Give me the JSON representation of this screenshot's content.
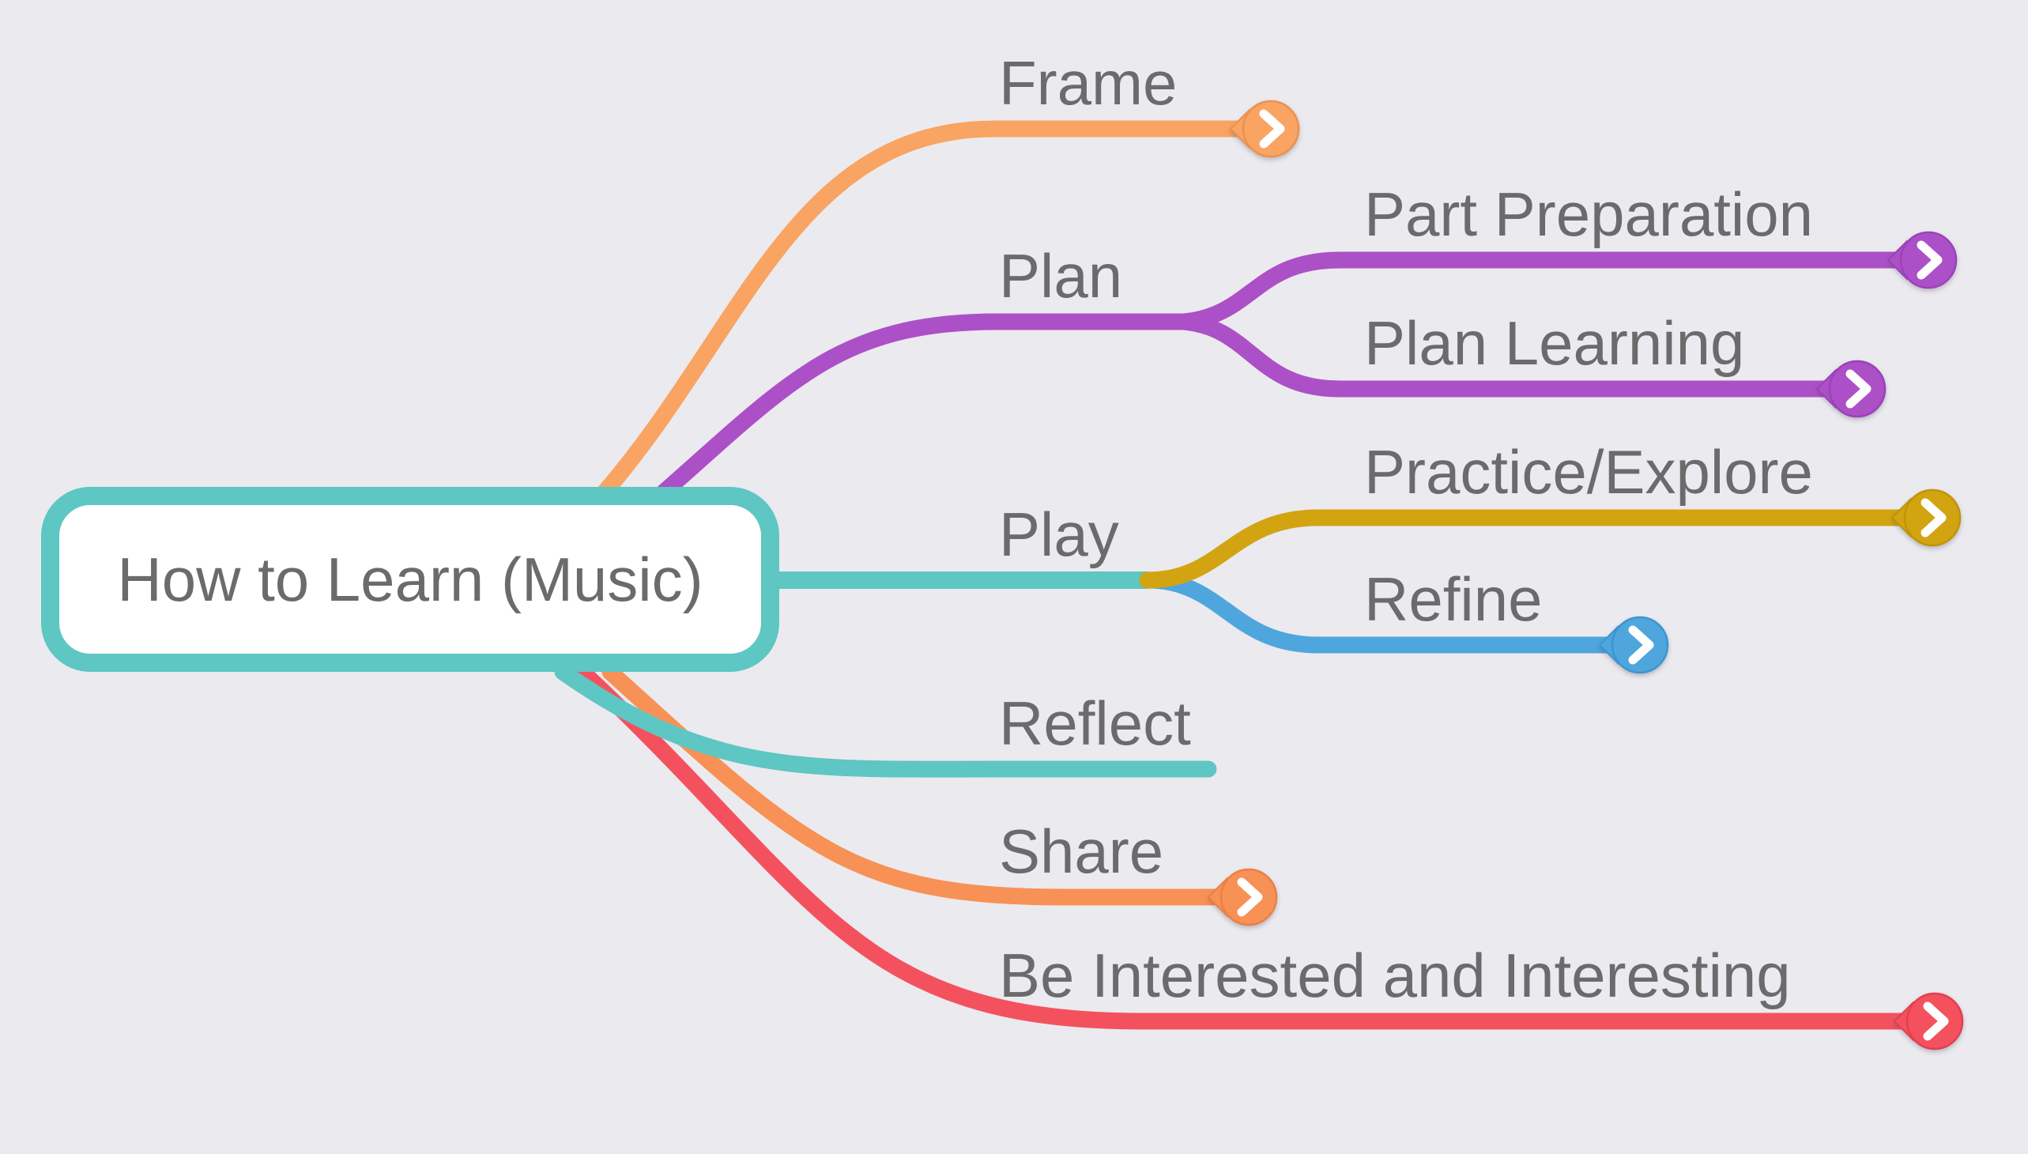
{
  "app": {
    "background": "#EBEAEF",
    "label_text_color": "#6B6B6B"
  },
  "root": {
    "label": "How to Learn (Music)",
    "border_color": "#5EC6C3",
    "fill_color": "#FFFFFF"
  },
  "button_icon": "chevron-right",
  "button_glyph_color": "#FFFFFF",
  "branches": [
    {
      "id": "frame",
      "label": "Frame",
      "parent": "root",
      "color": "#F9A462",
      "button": true,
      "button_stroke": "#EC9150"
    },
    {
      "id": "plan",
      "label": "Plan",
      "parent": "root",
      "color": "#AC50C7",
      "button": false,
      "button_stroke": "#9C41B8"
    },
    {
      "id": "part-preparation",
      "label": "Part Preparation",
      "parent": "plan",
      "color": "#AC50C7",
      "button": true,
      "button_stroke": "#9C41B8"
    },
    {
      "id": "plan-learning",
      "label": "Plan Learning",
      "parent": "plan",
      "color": "#AC50C7",
      "button": true,
      "button_stroke": "#9C41B8"
    },
    {
      "id": "play",
      "label": "Play",
      "parent": "root",
      "color": "#5EC6C3",
      "button": false,
      "button_stroke": "#4DB5B2"
    },
    {
      "id": "practice-explore",
      "label": "Practice/Explore",
      "parent": "play",
      "color": "#D2A411",
      "button": true,
      "button_stroke": "#C09408"
    },
    {
      "id": "refine",
      "label": "Refine",
      "parent": "play",
      "color": "#4EA6DD",
      "button": true,
      "button_stroke": "#3D95CF"
    },
    {
      "id": "reflect",
      "label": "Reflect",
      "parent": "root",
      "color": "#5EC6C3",
      "button": false,
      "button_stroke": "#4DB5B2"
    },
    {
      "id": "share",
      "label": "Share",
      "parent": "root",
      "color": "#F89155",
      "button": true,
      "button_stroke": "#EA8144"
    },
    {
      "id": "be-interested",
      "label": "Be Interested and Interesting",
      "parent": "root",
      "color": "#F4515F",
      "button": true,
      "button_stroke": "#E33F4F"
    }
  ]
}
